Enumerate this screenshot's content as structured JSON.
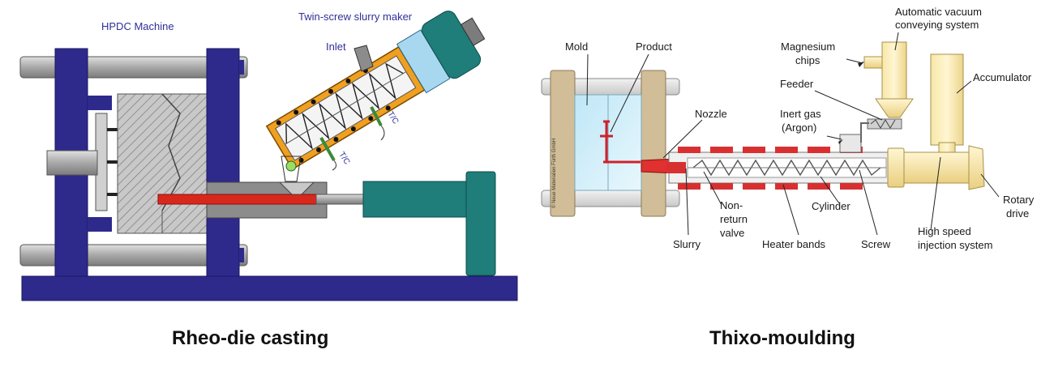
{
  "left": {
    "hpdc": "HPDC Machine",
    "twin_screw": "Twin-screw slurry maker",
    "inlet": "Inlet",
    "tc1": "T/C",
    "tc2": "T/C",
    "caption": "Rheo-die casting"
  },
  "right": {
    "mold": "Mold",
    "product": "Product",
    "nozzle": "Nozzle",
    "auto_vac_1": "Automatic vacuum",
    "auto_vac_2": "conveying system",
    "mg_1": "Magnesium",
    "mg_2": "chips",
    "feeder": "Feeder",
    "inert_1": "Inert gas",
    "inert_2": "(Argon)",
    "accumulator": "Accumulator",
    "nonreturn_1": "Non-",
    "nonreturn_2": "return",
    "nonreturn_3": "valve",
    "cylinder": "Cylinder",
    "rotary_1": "Rotary",
    "rotary_2": "drive",
    "slurry": "Slurry",
    "heater": "Heater bands",
    "screw": "Screw",
    "hs_1": "High speed",
    "hs_2": "injection system",
    "credit": "© Neue Materialien Fürth GmbH",
    "caption": "Thixo-moulding"
  }
}
